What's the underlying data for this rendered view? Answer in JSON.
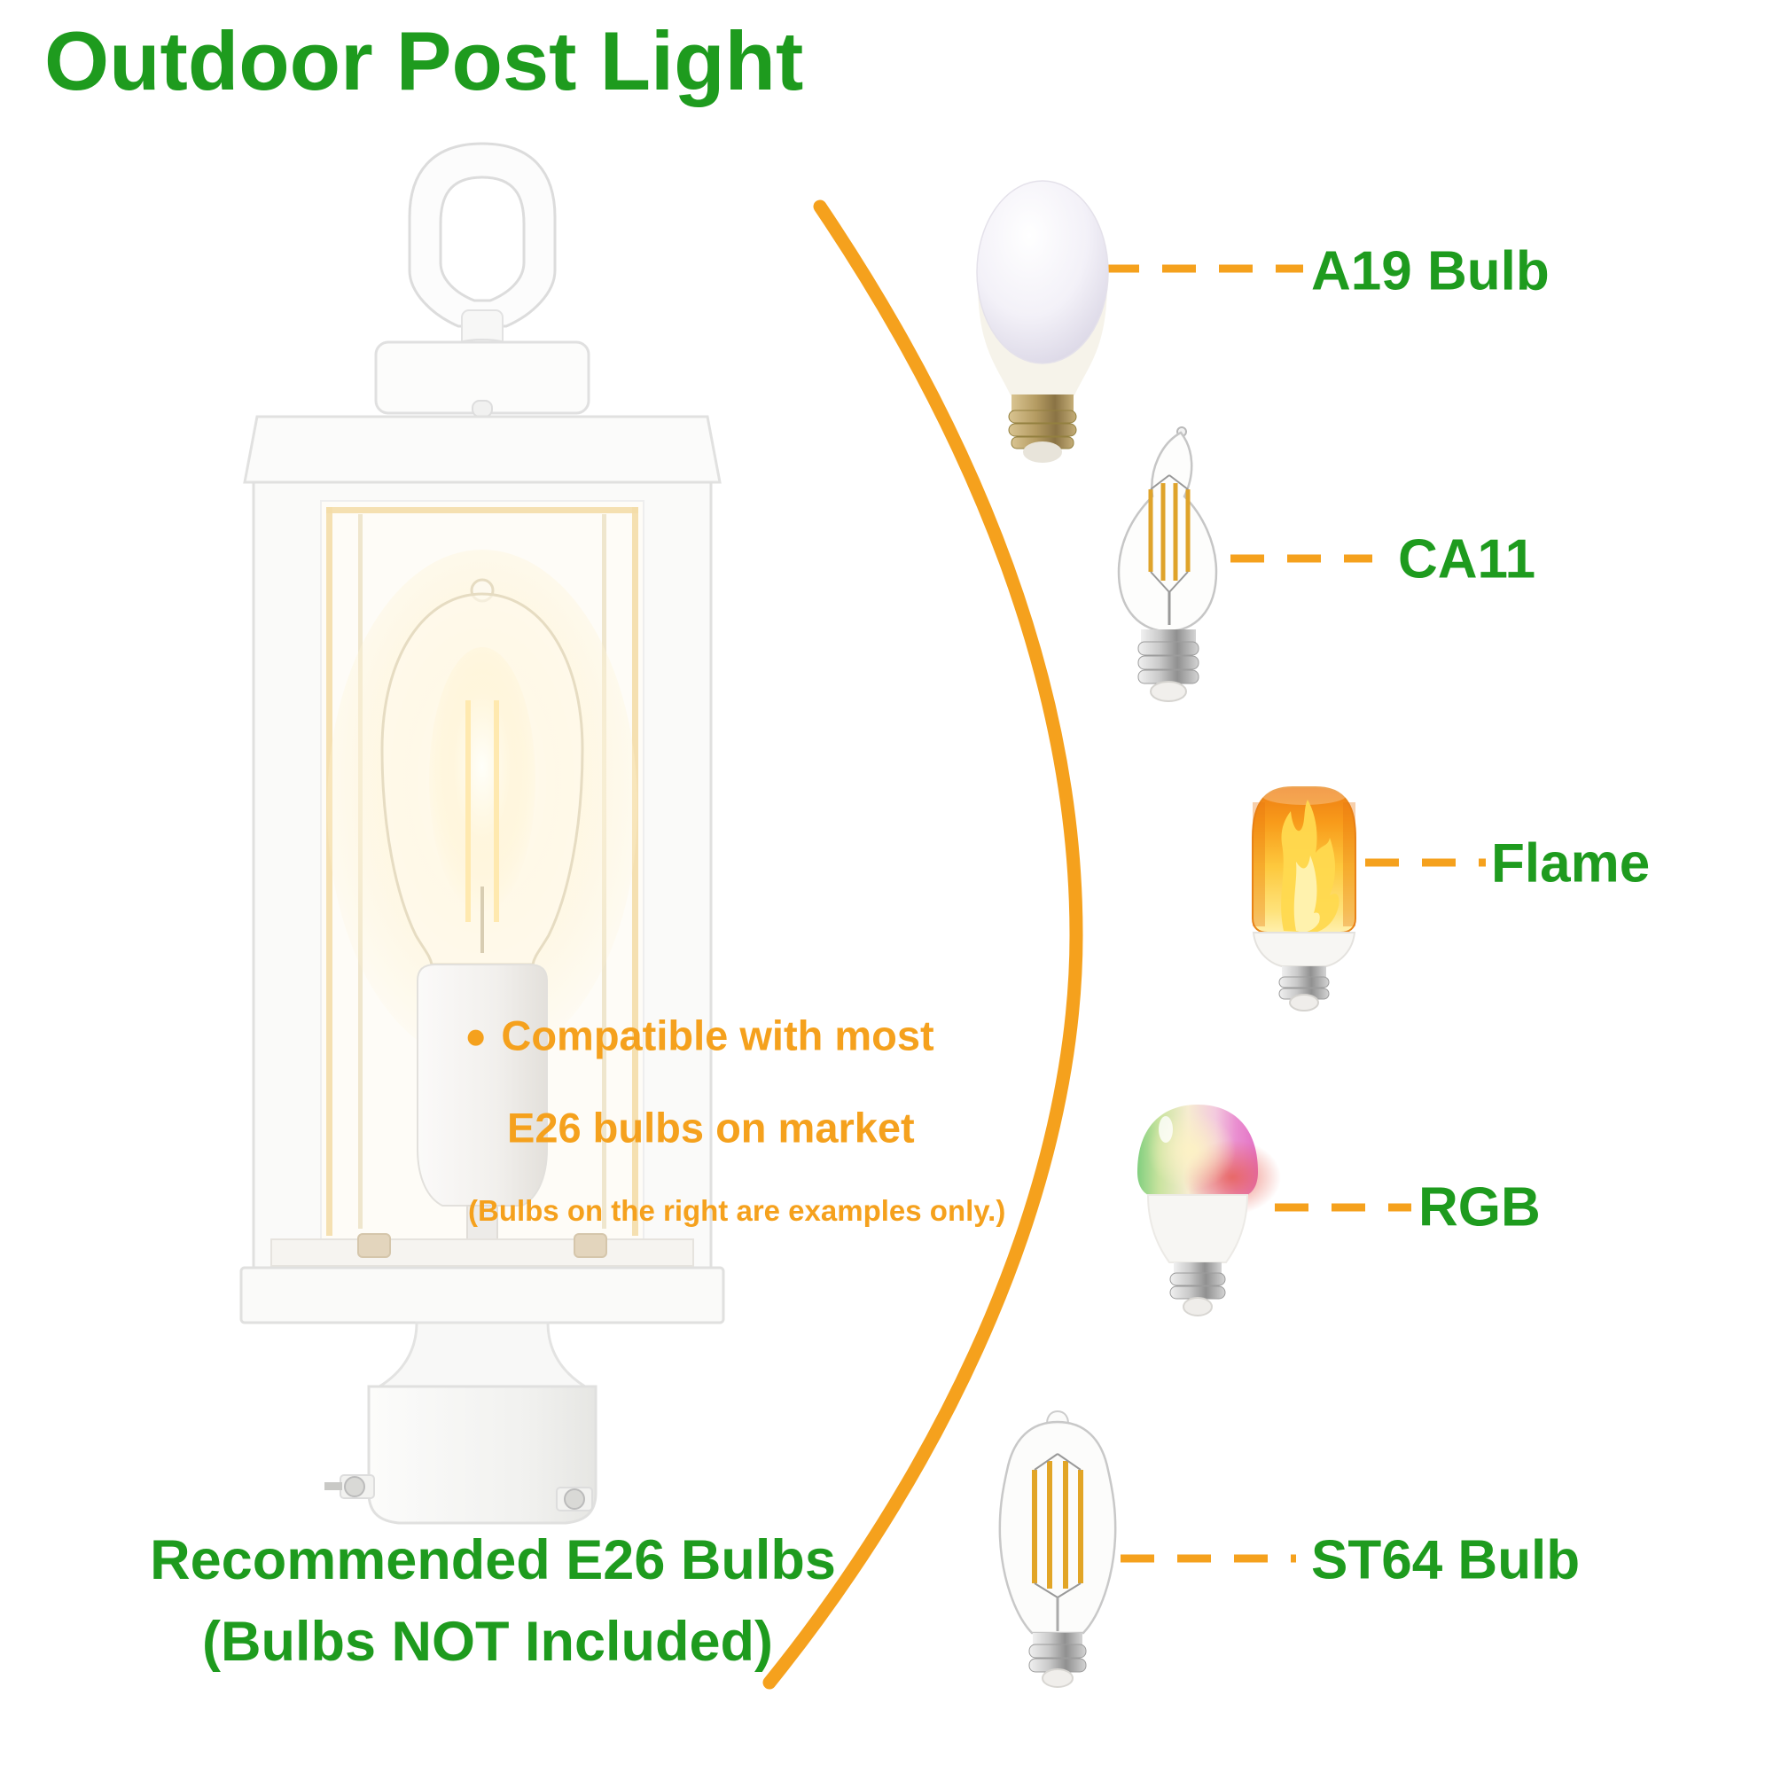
{
  "page": {
    "title": "Outdoor Post Light"
  },
  "colors": {
    "heading_green": "#1e9b1e",
    "accent_orange": "#f5a11d",
    "background": "#ffffff"
  },
  "compatibility_note": {
    "bullet": "●",
    "line1": "Compatible with most",
    "line2": "E26 bulbs on market",
    "line3": "(Bulbs on the right are examples only.)"
  },
  "footer": {
    "line1": "Recommended E26 Bulbs",
    "line2": "(Bulbs NOT Included)"
  },
  "bulbs": [
    {
      "id": "a19",
      "label": "A19 Bulb"
    },
    {
      "id": "ca11",
      "label": "CA11"
    },
    {
      "id": "flame",
      "label": "Flame"
    },
    {
      "id": "rgb",
      "label": "RGB"
    },
    {
      "id": "st64",
      "label": "ST64 Bulb"
    }
  ]
}
